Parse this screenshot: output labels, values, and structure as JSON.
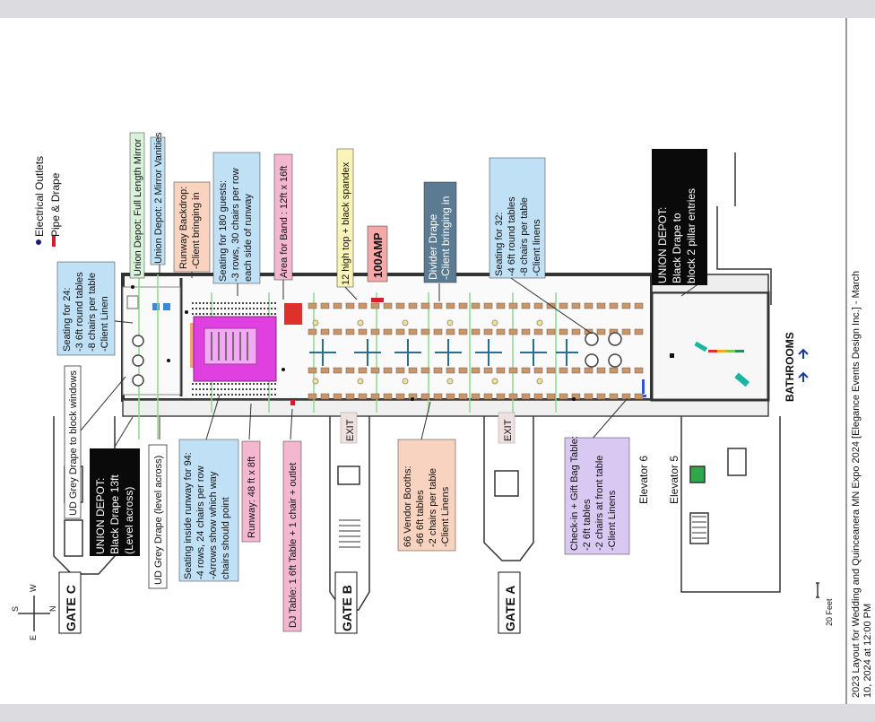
{
  "legend": {
    "items": [
      {
        "label": "Electrical Outlets",
        "color": "#1a1a7a"
      },
      {
        "label": "Pipe & Drape",
        "color": "#d0202a"
      }
    ]
  },
  "callouts": {
    "seating24": [
      "Seating for 24:",
      "-3 6ft round tables",
      "-8 chairs per table",
      "-Client Linen"
    ],
    "mirror": "Union Depot: Full Length Mirror",
    "vanities": "Union Depot: 2 Mirror Vanities",
    "backdrop": [
      "Runway Backdrop:",
      "-Client bringing in"
    ],
    "seating180": [
      "Seating for 180 guests:",
      "-3 rows, 30 chairs per row",
      "each side of runway"
    ],
    "band": "Area for Band : 12ft x 16ft",
    "spandex": "12 high top + black spandex",
    "amp": "100AMP",
    "divider": [
      "Divider Drape",
      "-Client bringing in"
    ],
    "seating32": [
      "Seating for 32:",
      "-4 6ft round tables",
      "-8 chairs per table",
      "-Client linens"
    ],
    "ud_black_pillar": [
      "UNION DEPOT:",
      "Black Drape to",
      "block 2 pillar entries"
    ],
    "ud_grey_windows": "UD Grey Drape to block windows",
    "ud_black13": [
      "UNION DEPOT:",
      "Black Drape 13ft",
      "(Level across)"
    ],
    "ud_grey_level": "UD Grey Drape (level across)",
    "seating94": [
      "Seating inside runway for 94:",
      "-4 rows, 24 chairs per row",
      "-Arrows show which way",
      "chairs should point"
    ],
    "runway": "Runway: 48 ft x 8ft",
    "dj": "DJ Table: 1 6ft Table + 1 chair + outlet",
    "vendors": [
      "66 Vendor Booths:",
      "-66 6ft tables",
      "-2 chairs per table",
      "-Client Linens"
    ],
    "checkin": [
      "Check-in + Gift Bag Table:",
      "-2 6ft tables",
      "-2 chairs at front table",
      "-Client Linens"
    ]
  },
  "map": {
    "gate_c": "GATE C",
    "gate_b": "GATE B",
    "gate_a": "GATE A",
    "exit": "EXIT",
    "bathrooms": "BATHROOMS",
    "elevator6": "Elevator 6",
    "elevator5": "Elevator 5",
    "compass": {
      "s": "S",
      "w": "W",
      "e": "E",
      "n": "N"
    },
    "scale": "20 Feet"
  },
  "footer": {
    "line1": "2023 Layout for Wedding and Quinceanera MN Expo 2024 [Elegance Events Design Inc.] - March",
    "line2": "10, 2024 at 12:00 PM"
  },
  "colors": {
    "runway": "#e040e0",
    "band": "#e0302a",
    "amp": "#f4a8a8",
    "divider": "#5b7b93",
    "blue_box": "#bfe0f5",
    "orange_box": "#f8d3bf",
    "lavender_box": "#d9c9f2",
    "pink_box": "#f3b8d0",
    "green_box": "#d9f2d9",
    "yellow_box": "#fbf4b8",
    "black_box": "#0a0a0a"
  }
}
